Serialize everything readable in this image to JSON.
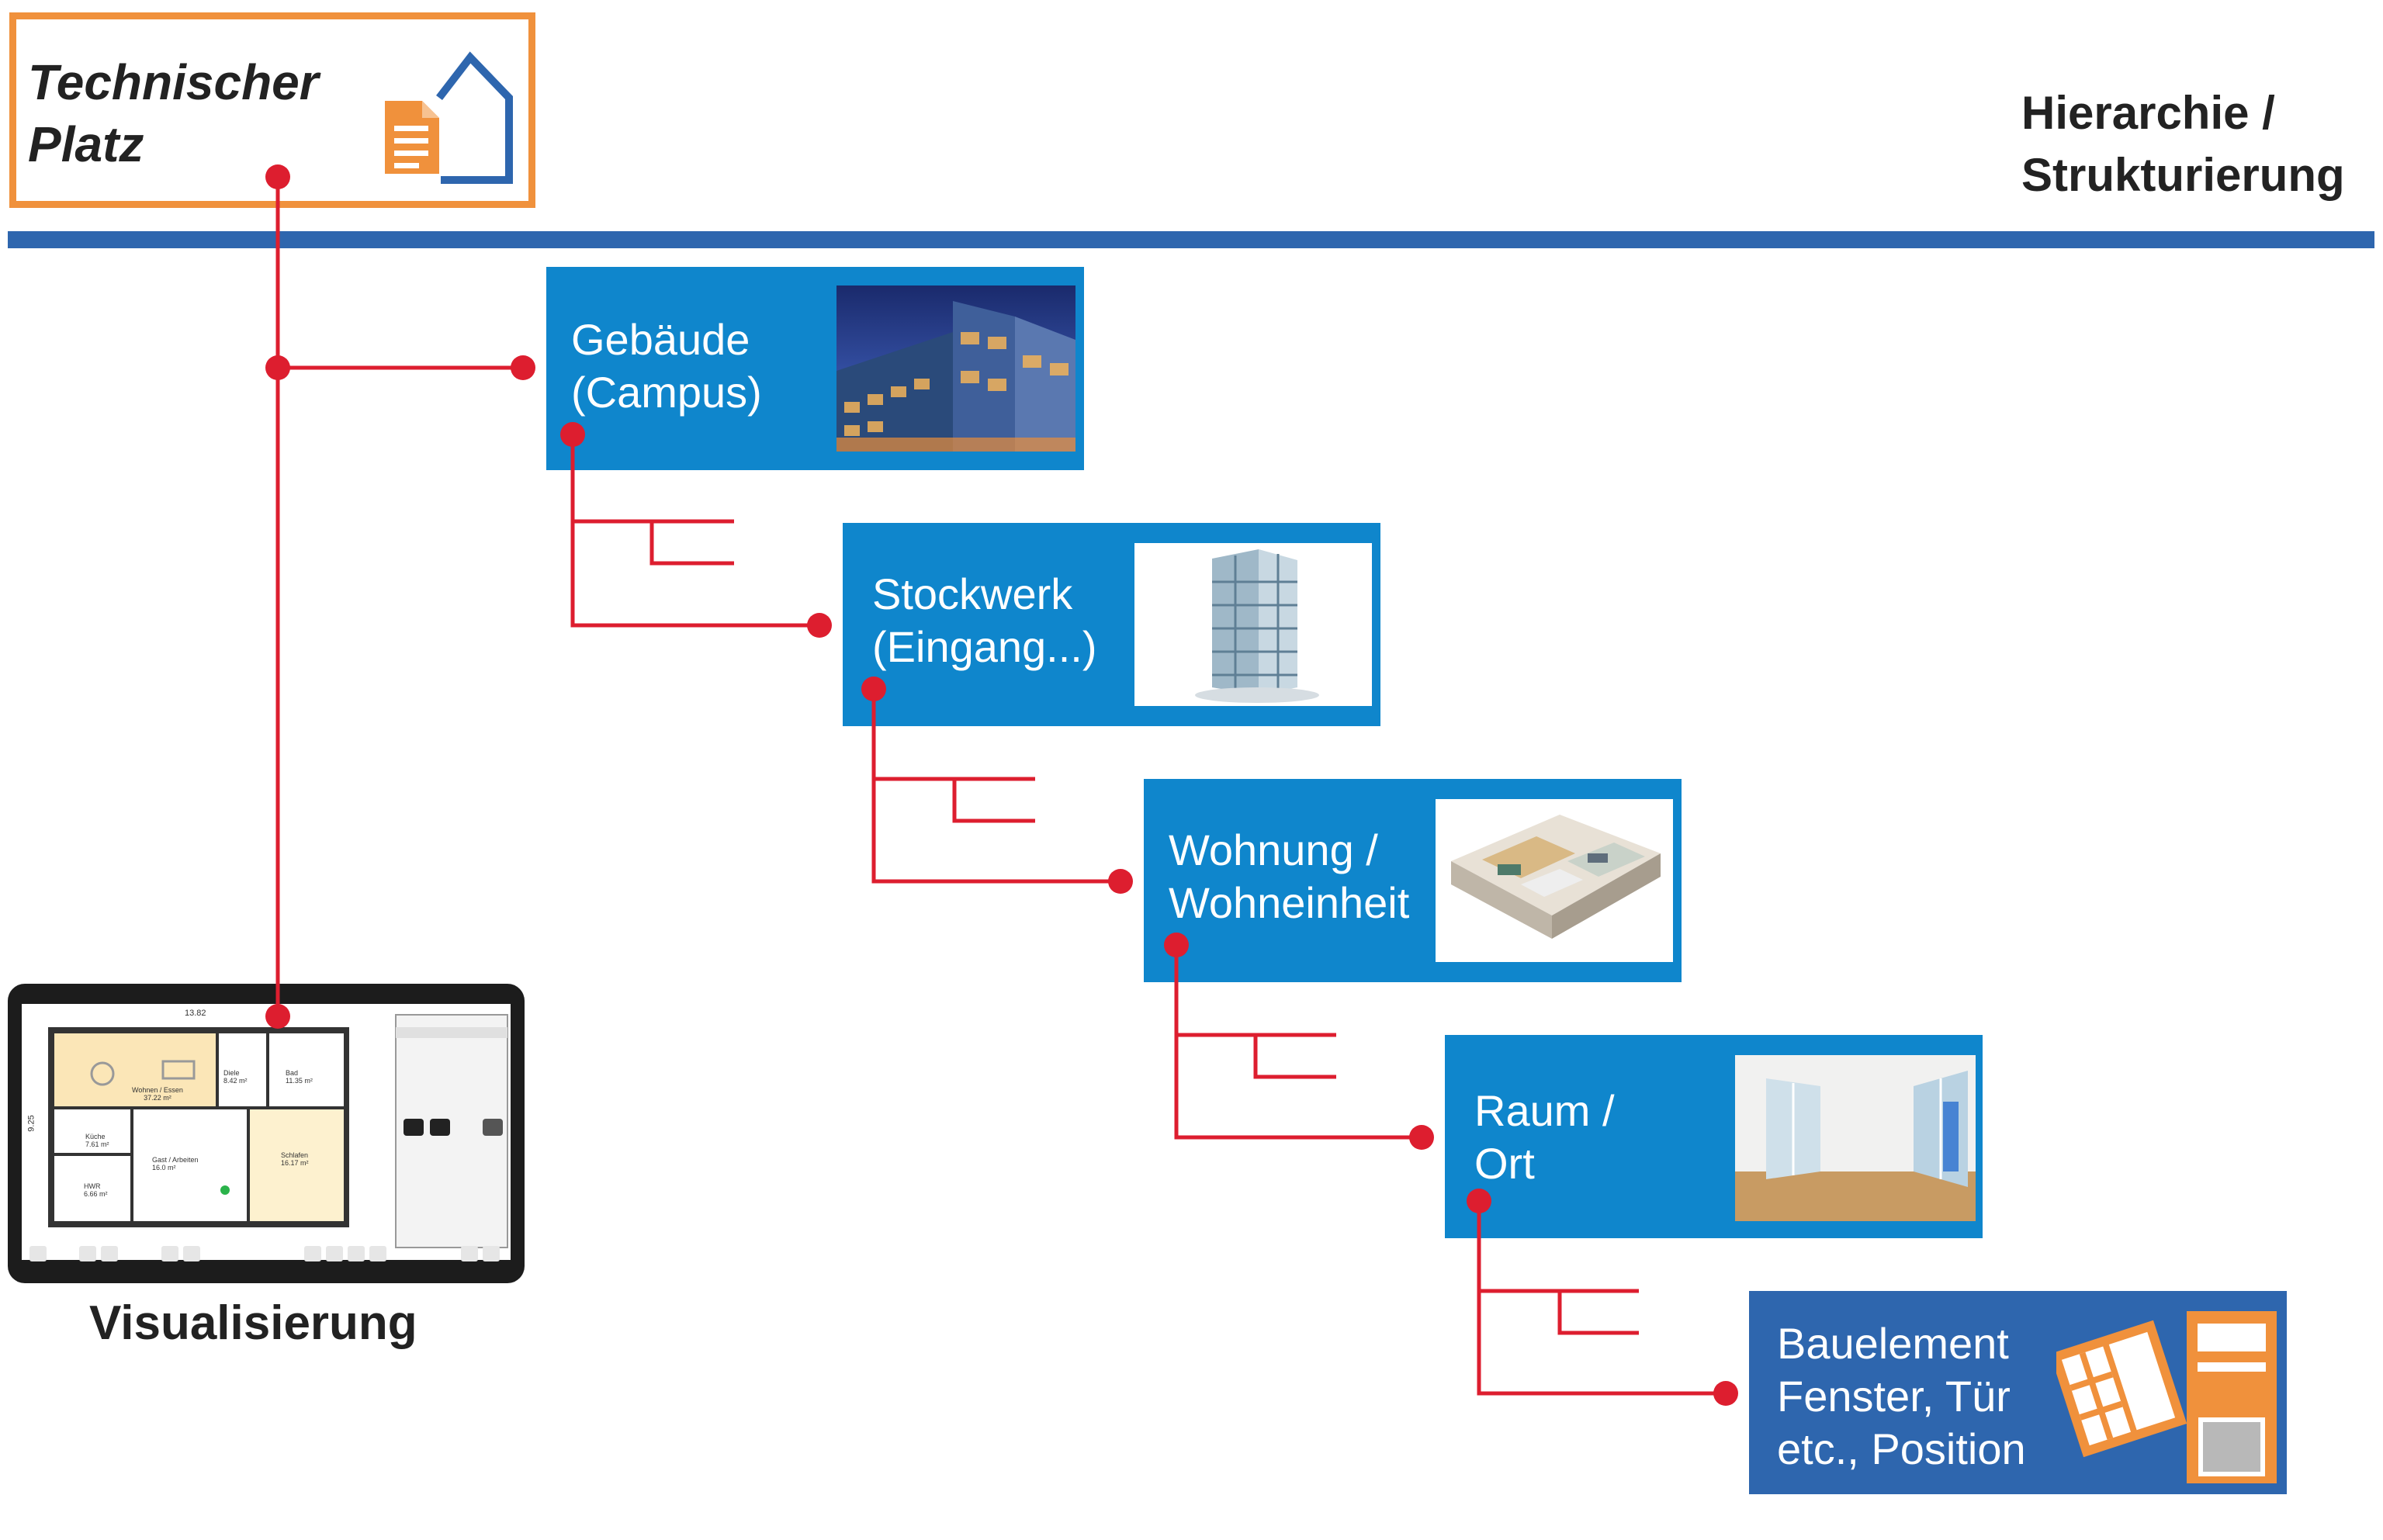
{
  "root": {
    "title_line1": "Technischer",
    "title_line2": "Platz",
    "icon": "house-document-icon"
  },
  "heading": {
    "line1": "Hierarchie /",
    "line2": "Strukturierung"
  },
  "levels": [
    {
      "line1": "Gebäude",
      "line2": "(Campus)",
      "image": "modern-building-night-photo"
    },
    {
      "line1": "Stockwerk",
      "line2": "(Eingang...)",
      "image": "glass-tower-3d-photo"
    },
    {
      "line1": "Wohnung /",
      "line2": "Wohneinheit",
      "image": "apartment-floorplan-3d-photo"
    },
    {
      "line1": "Raum /",
      "line2": "Ort",
      "image": "empty-room-photo"
    },
    {
      "line1": "Bauelement",
      "line2": "Fenster, Tür",
      "line3": "etc., Position",
      "image": "window-door-icon"
    }
  ],
  "visualization": {
    "label": "Visualisierung",
    "floorplan": {
      "dimension_top": "13.82",
      "dimension_side": "9.25",
      "rooms": [
        {
          "name": "Wohnen / Essen",
          "area": "37.22 m²"
        },
        {
          "name": "Diele",
          "area": "8.42 m²"
        },
        {
          "name": "Bad",
          "area": "11.35 m²"
        },
        {
          "name": "Küche",
          "area": "7.61 m²"
        },
        {
          "name": "Gast / Arbeiten",
          "area": "16.0 m²"
        },
        {
          "name": "Schlafen",
          "area": "16.17 m²"
        },
        {
          "name": "HWR",
          "area": "6.66 m²"
        }
      ]
    }
  },
  "colors": {
    "orange": "#f0913c",
    "blue_bar": "#2e66ae",
    "box_blue": "#0f86cc",
    "connector_red": "#dd1e2f"
  }
}
